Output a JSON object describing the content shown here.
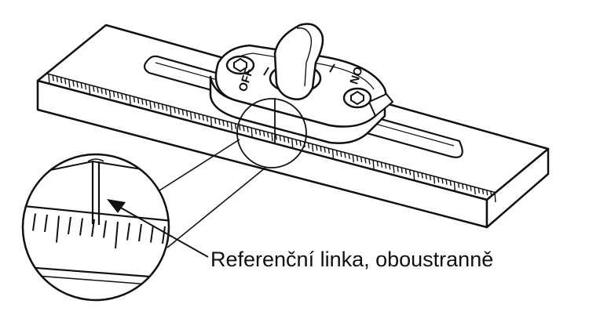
{
  "diagram": {
    "callout_label": "Referenční linka, oboustranně",
    "switch_labels": {
      "off": "OFF",
      "on": "ON"
    }
  },
  "colors": {
    "line": "#111111",
    "background": "#ffffff"
  }
}
